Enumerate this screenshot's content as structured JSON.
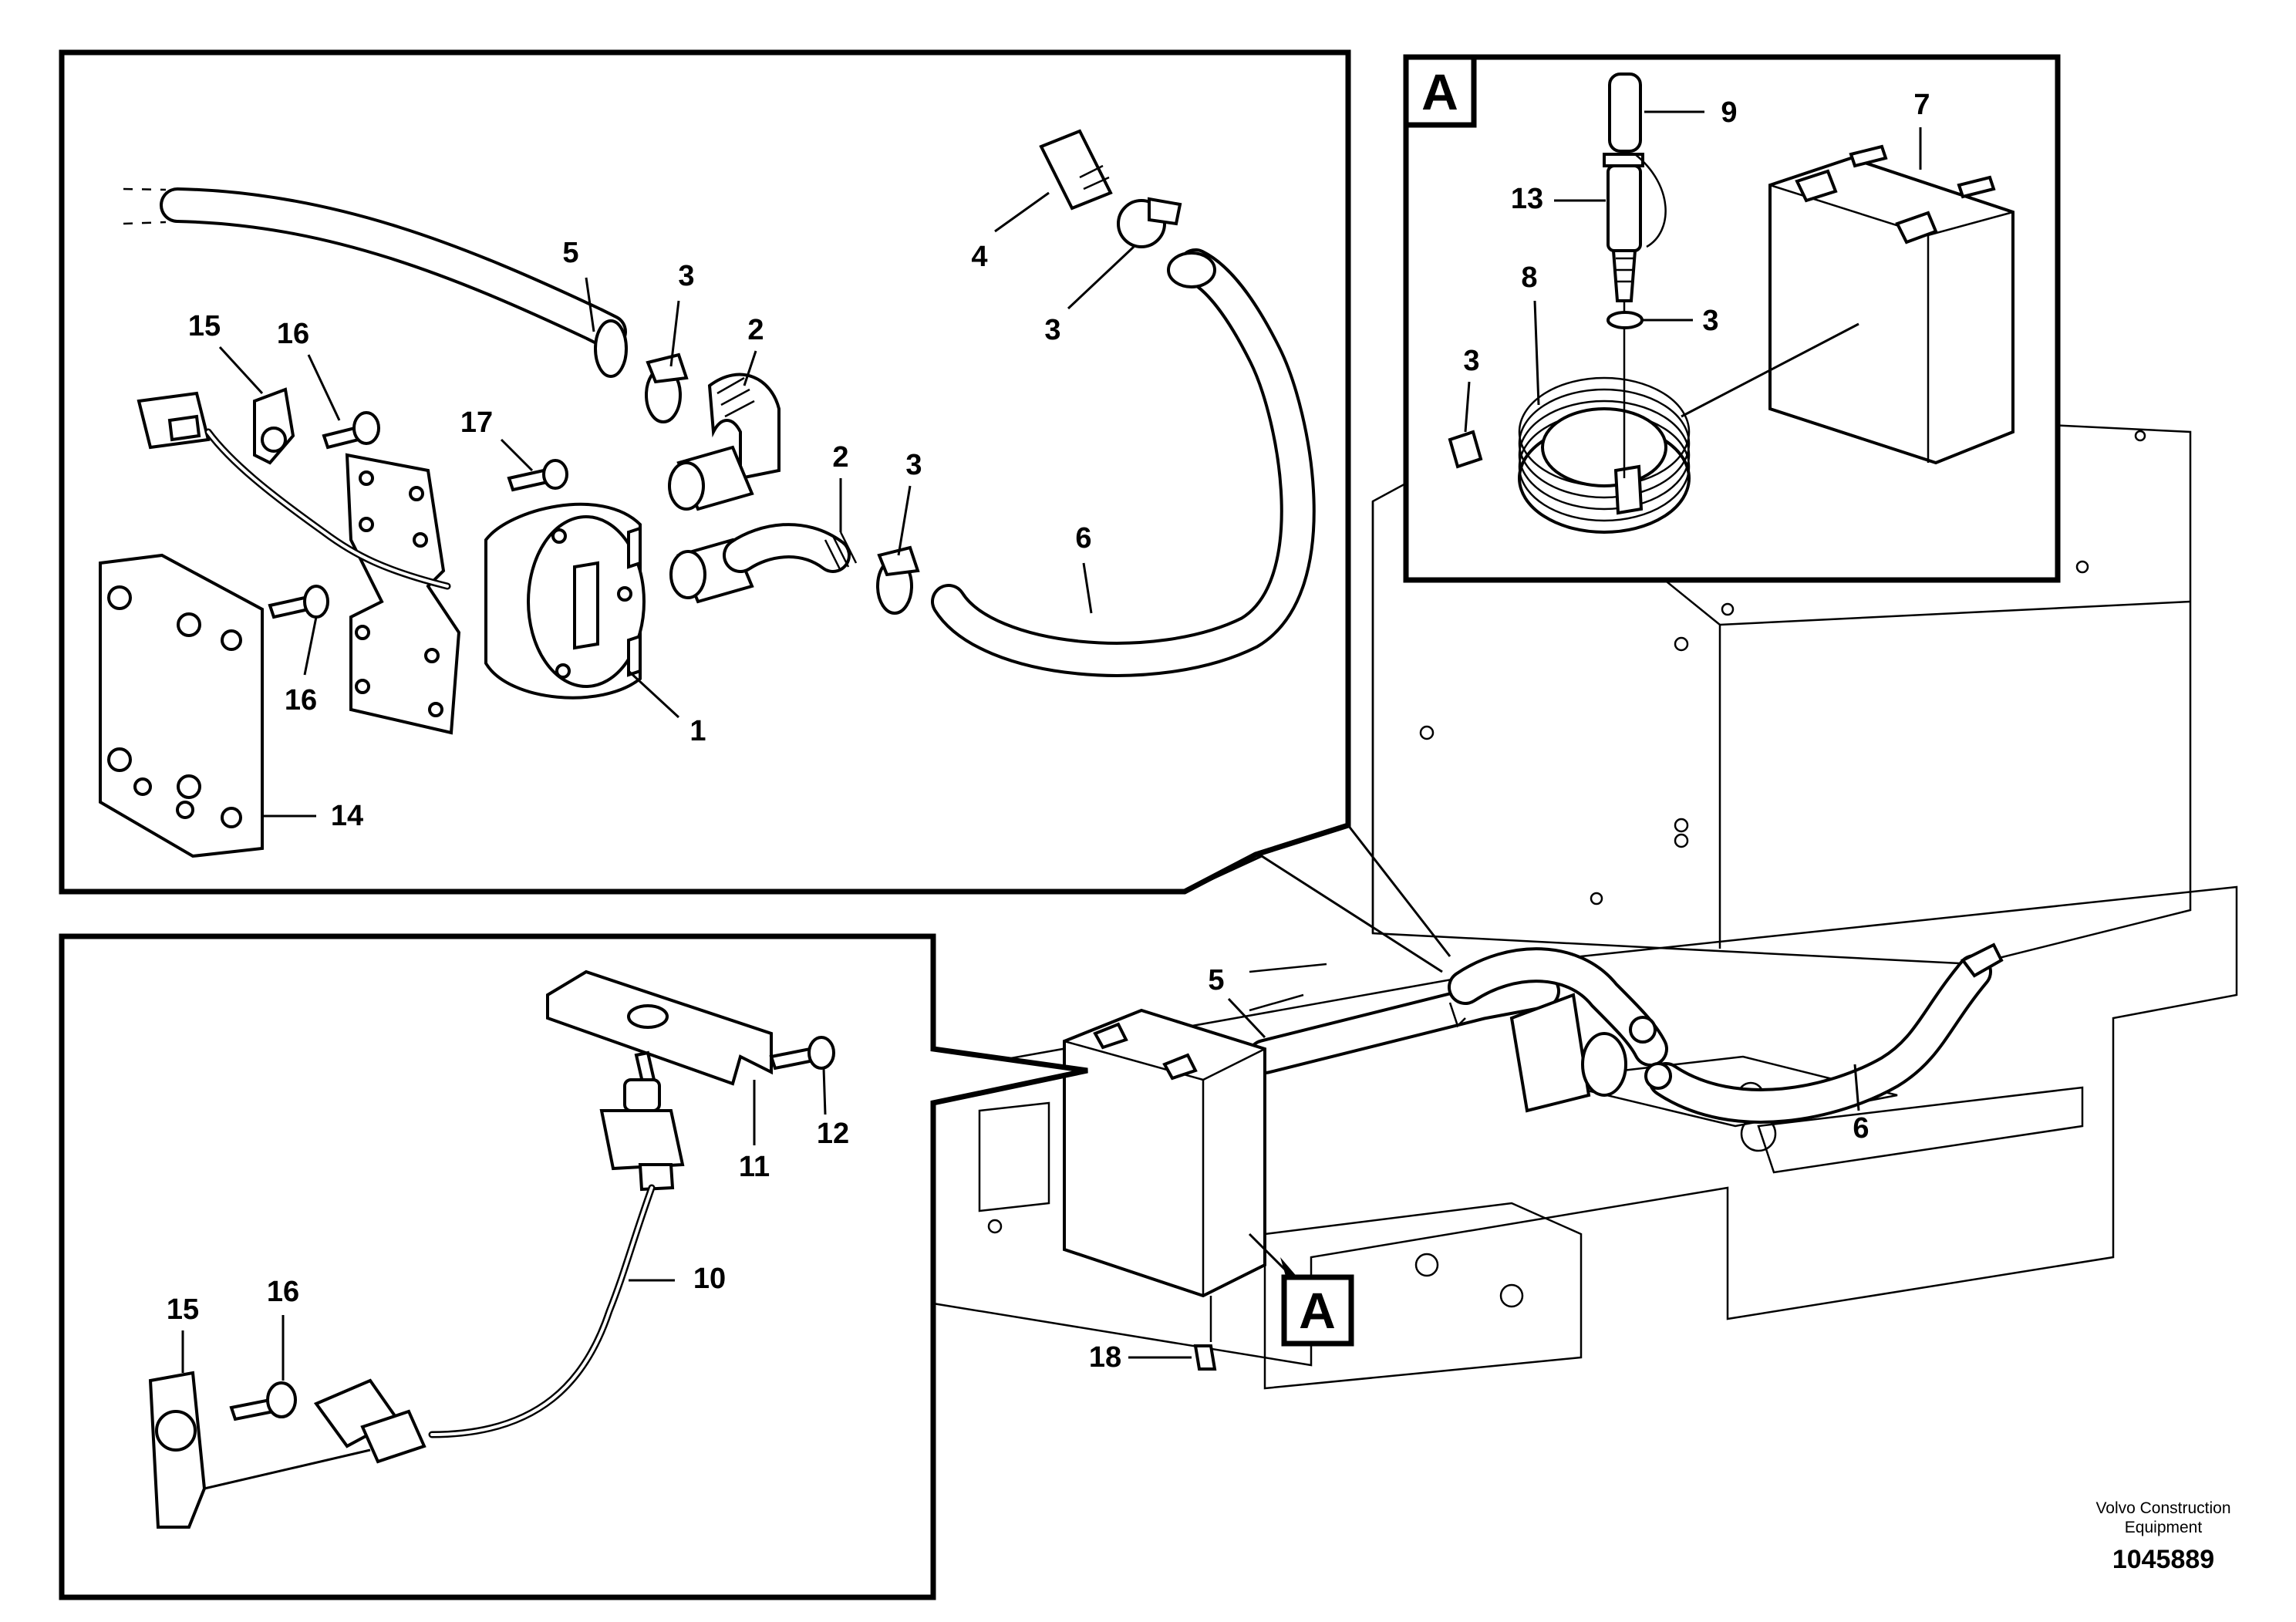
{
  "detail_label": "A",
  "callouts": {
    "c1": "1",
    "c2": "2",
    "c3": "3",
    "c4": "4",
    "c5": "5",
    "c6": "6",
    "c7": "7",
    "c8": "8",
    "c9": "9",
    "c10": "10",
    "c11": "11",
    "c12": "12",
    "c13": "13",
    "c14": "14",
    "c15": "15",
    "c16": "16",
    "c17": "17",
    "c18": "18"
  },
  "footer": {
    "brand_line1": "Volvo Construction",
    "brand_line2": "Equipment",
    "doc_number": "1045889"
  }
}
